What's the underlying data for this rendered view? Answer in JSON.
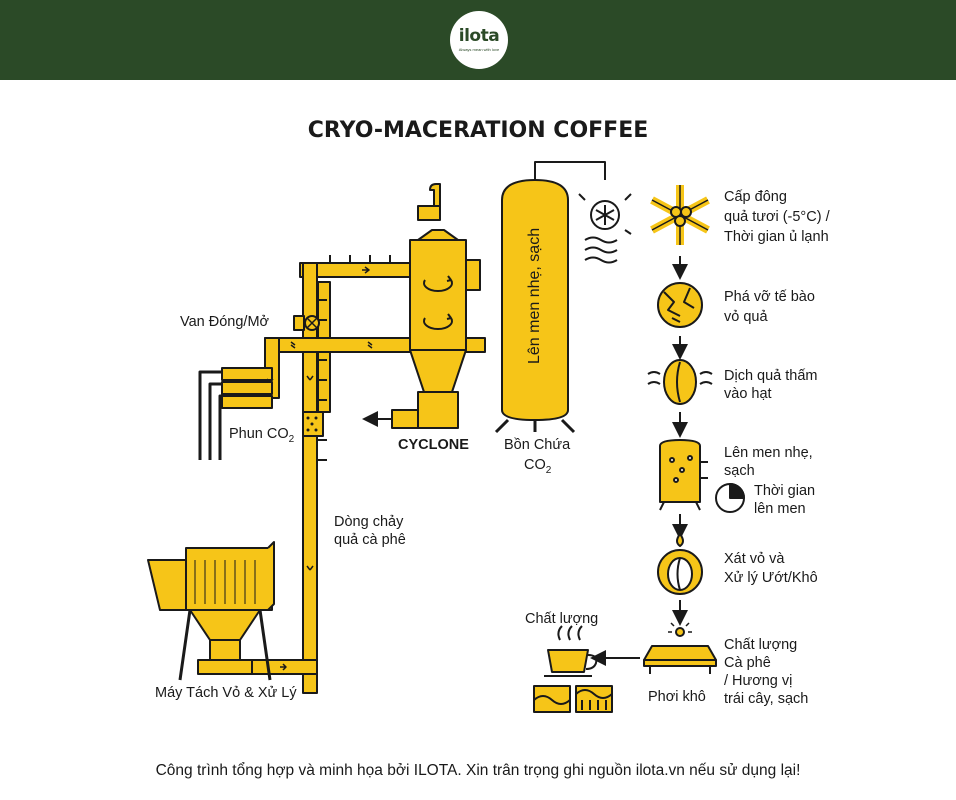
{
  "header": {
    "logo_text": "ilota",
    "logo_tagline": "Always mean with love"
  },
  "title": "CRYO-MACERATION COFFEE",
  "labels": {
    "valve": "Van Đóng/Mở",
    "co2_spray": "Phun CO",
    "co2_spray_sub": "2",
    "cyclone": "CYCLONE",
    "tank": "Bồn Chứa",
    "tank_co2": "CO",
    "tank_co2_sub": "2",
    "tank_vertical": "Lên men nhẹ, sạch",
    "flow_line1": "Dòng chảy",
    "flow_line2": "quả cà phê",
    "huller": "Máy Tách Vỏ & Xử Lý",
    "quality": "Chất lượng",
    "dry": "Phơi khô"
  },
  "steps": [
    {
      "line1": "Cấp đông",
      "line2": "quả tươi (-5°C) /",
      "line3": "Thời gian ủ lạnh"
    },
    {
      "line1": "Phá vỡ tế bào",
      "line2": "vỏ quả"
    },
    {
      "line1": "Dịch quả thấm",
      "line2": "vào hạt"
    },
    {
      "line1": "Lên men nhẹ,",
      "line2": "sạch",
      "extra1": "Thời gian",
      "extra2": "lên men"
    },
    {
      "line1": "Xát vỏ và",
      "line2": "Xử lý Ướt/Khô"
    },
    {
      "line1": "Chất lượng",
      "line2": "Cà phê",
      "line3": "/ Hương vị",
      "line4": "trái cây, sạch"
    }
  ],
  "footer": "Công trình tổng hợp và minh họa bởi ILOTA. Xin trân trọng ghi nguồn ilota.vn nếu sử dụng lại!",
  "colors": {
    "header_green": "#2b4a27",
    "yellow": "#f6c518",
    "outline": "#1a1a1a"
  }
}
